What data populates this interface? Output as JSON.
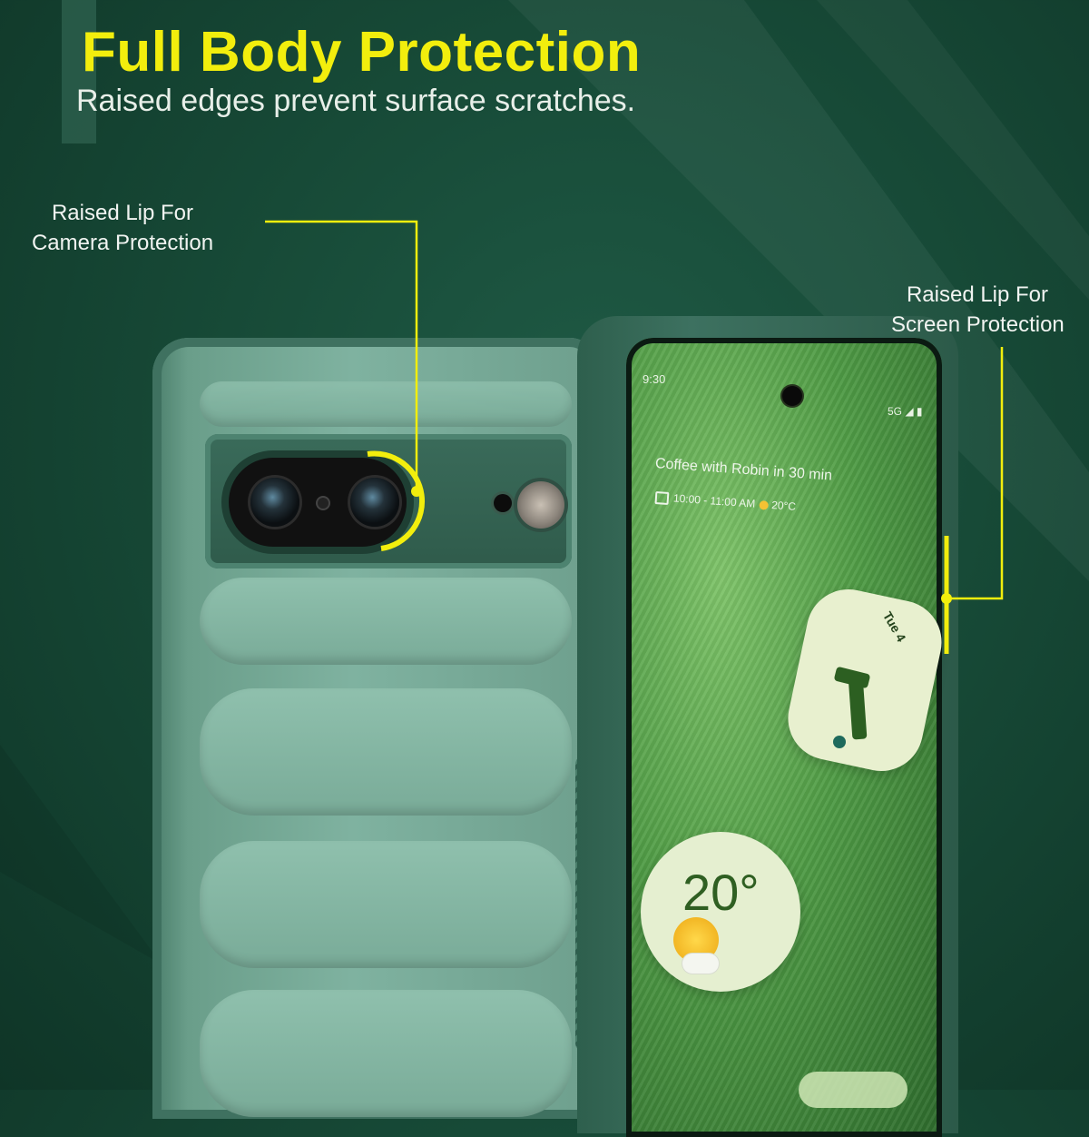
{
  "header": {
    "title": "Full Body Protection",
    "subtitle": "Raised edges prevent surface scratches."
  },
  "callouts": {
    "camera_line1": "Raised Lip For",
    "camera_line2": "Camera Protection",
    "screen_line1": "Raised Lip For",
    "screen_line2": "Screen Protection"
  },
  "phone_screen": {
    "status_time": "9:30",
    "status_network": "5G ◢ ▮",
    "event_title": "Coffee with Robin in 30 min",
    "event_time": "10:00 - 11:00 AM",
    "event_weather": "20°C",
    "clock_date": "Tue 4",
    "temperature": "20°"
  },
  "colors": {
    "accent": "#f2ee0d",
    "background": "#174a37",
    "case": "#7fb2a0"
  },
  "icons": [
    "calendar-icon",
    "sun-icon",
    "cloud-icon"
  ]
}
